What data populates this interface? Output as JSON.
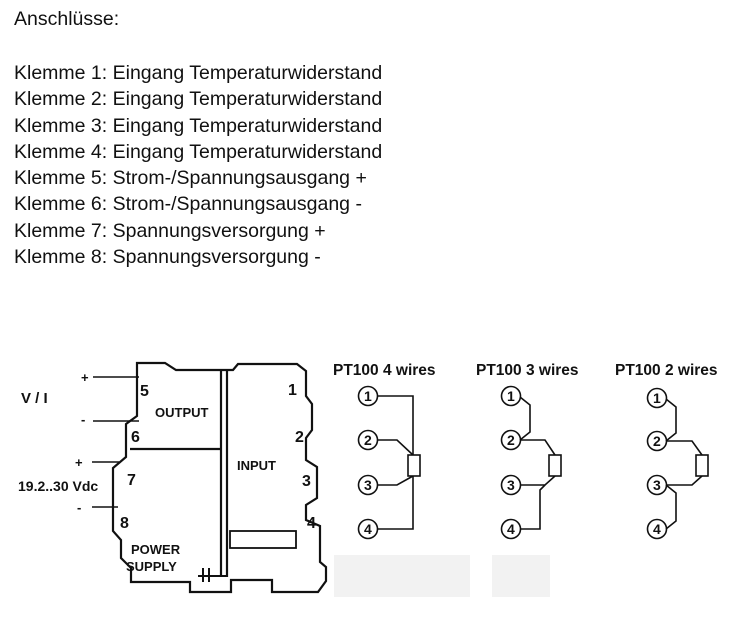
{
  "heading": "Anschlüsse:",
  "terminals": [
    "Klemme 1: Eingang Temperaturwiderstand",
    "Klemme 2: Eingang Temperaturwiderstand",
    "Klemme 3: Eingang Temperaturwiderstand",
    "Klemme 4: Eingang Temperaturwiderstand",
    "Klemme 5: Strom-/Spannungsausgang +",
    "Klemme 6: Strom-/Spannungsausgang -",
    "Klemme 7: Spannungsversorgung +",
    "Klemme 8: Spannungsversorgung -"
  ],
  "device": {
    "signal_label": "V / I",
    "supply_label": "19.2..30 Vdc",
    "plus": "+",
    "minus": "-",
    "output_label": "OUTPUT",
    "input_label": "INPUT",
    "power_label_1": "POWER",
    "power_label_2": "SUPPLY",
    "left_terminals": [
      "5",
      "6",
      "7",
      "8"
    ],
    "right_terminals": [
      "1",
      "2",
      "3",
      "4"
    ]
  },
  "wiring": {
    "headers": [
      "PT100  4 wires",
      "PT100  3 wires",
      "PT100  2 wires"
    ],
    "circle_numbers": [
      "1",
      "2",
      "3",
      "4"
    ]
  }
}
